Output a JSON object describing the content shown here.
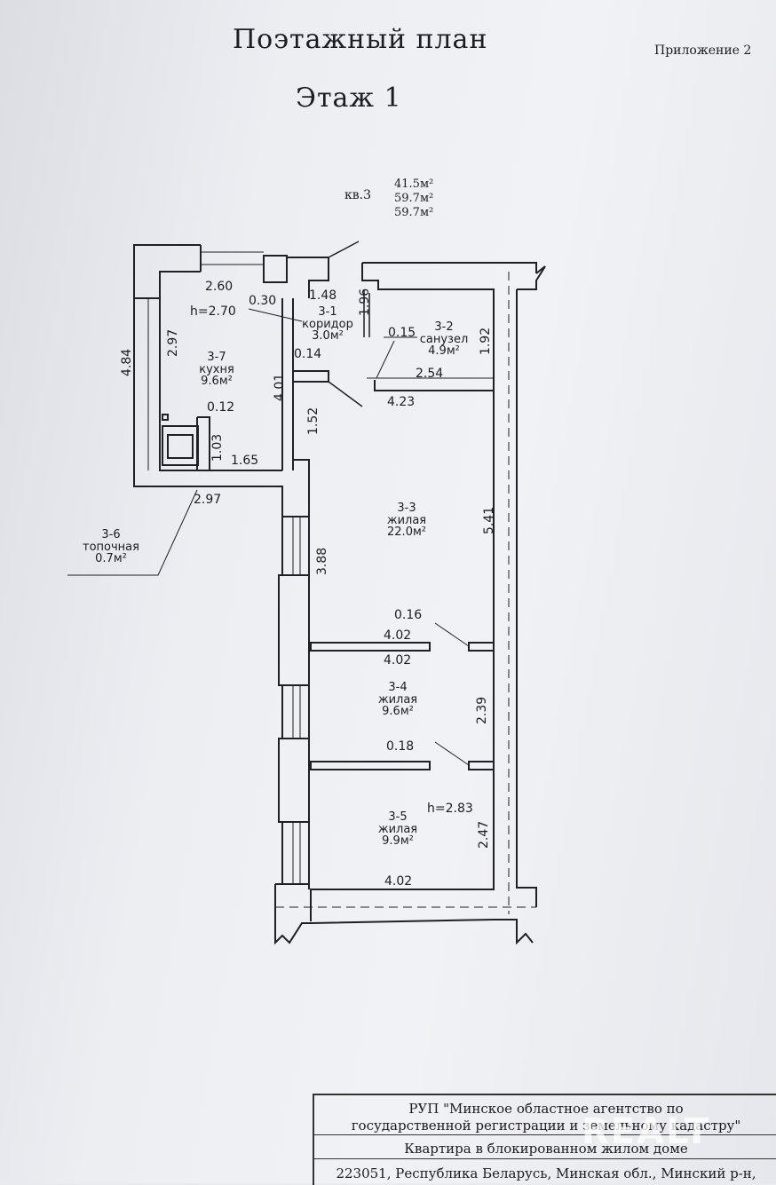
{
  "header": {
    "title": "Поэтажный план",
    "floor": "Этаж 1",
    "appendix": "Приложение 2"
  },
  "apartment": {
    "label": "кв.3",
    "areas": [
      "41.5м²",
      "59.7м²",
      "59.7м²"
    ]
  },
  "rooms": {
    "r31": {
      "num": "3-1",
      "name": "коридор",
      "area": "3.0м²"
    },
    "r32": {
      "num": "3-2",
      "name": "санузел",
      "area": "4.9м²"
    },
    "r33": {
      "num": "3-3",
      "name": "жилая",
      "area": "22.0м²"
    },
    "r34": {
      "num": "3-4",
      "name": "жилая",
      "area": "9.6м²"
    },
    "r35": {
      "num": "3-5",
      "name": "жилая",
      "area": "9.9м²"
    },
    "r36": {
      "num": "3-6",
      "name": "топочная",
      "area": "0.7м²"
    },
    "r37": {
      "num": "3-7",
      "name": "кухня",
      "area": "9.6м²"
    }
  },
  "heights": {
    "h1": "h=2.70",
    "h2": "h=2.83"
  },
  "dims": {
    "d260": "2.60",
    "d030": "0.30",
    "d148": "1.48",
    "d196": "1.96",
    "d297a": "2.97",
    "d484": "4.84",
    "d015": "0.15",
    "d192": "1.92",
    "d014": "0.14",
    "d401": "4.01",
    "d254": "2.54",
    "d423": "4.23",
    "d012": "0.12",
    "d152": "1.52",
    "d103": "1.03",
    "d165": "1.65",
    "d297b": "2.97",
    "d541": "5.41",
    "d388": "3.88",
    "d016": "0.16",
    "d402a": "4.02",
    "d402b": "4.02",
    "d239": "2.39",
    "d018": "0.18",
    "d247": "2.47",
    "d402c": "4.02"
  },
  "stamp": {
    "org_line1": "РУП \"Минское областное агентство по",
    "org_line2": "государственной регистрации и земельному кадастру\"",
    "object": "Квартира в блокированном жилом доме",
    "address": "223051, Республика Беларусь, Минская обл., Минский р-н,"
  },
  "watermark": "REALT"
}
